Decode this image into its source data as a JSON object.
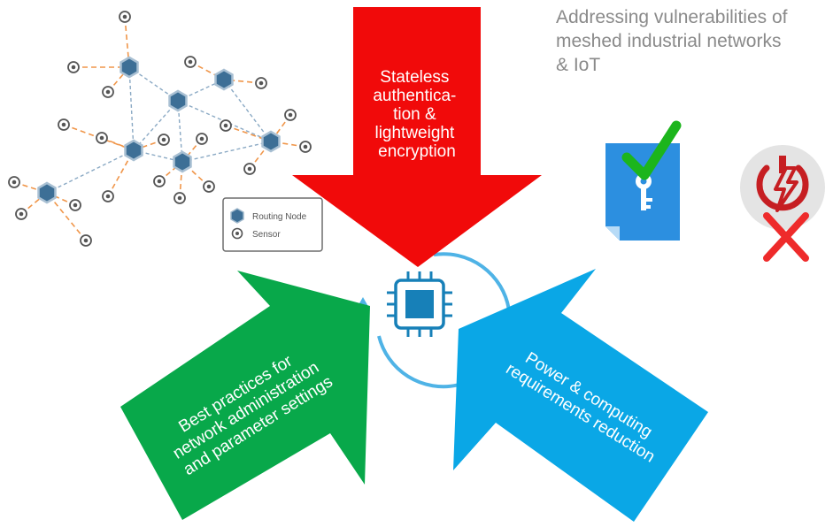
{
  "title_lines": [
    "Addressing vulnerabilities of",
    "meshed industrial networks",
    "& IoT"
  ],
  "arrows": {
    "top": {
      "lines": [
        "Stateless",
        "authentica-",
        "tion &",
        "lightweight",
        "encryption"
      ],
      "color": "#f10a0a"
    },
    "left": {
      "lines": [
        "Best practices for",
        "network administration",
        "and parameter settings"
      ],
      "color": "#08a84a"
    },
    "right": {
      "lines": [
        "Power & computing",
        "requirements reduction"
      ],
      "color": "#0aa7e6"
    }
  },
  "legend": {
    "routing_node": "Routing Node",
    "sensor": "Sensor"
  },
  "colors": {
    "node_fill": "#3d6f96",
    "link_router": "#8aa9c4",
    "link_sensor": "#f0964a",
    "chip": "#1780b8",
    "cycle": "#4fb3e6"
  },
  "icons": [
    "network-mesh-diagram",
    "cpu-chip-icon",
    "document-key-check-icon",
    "power-attack-blocked-icon"
  ]
}
